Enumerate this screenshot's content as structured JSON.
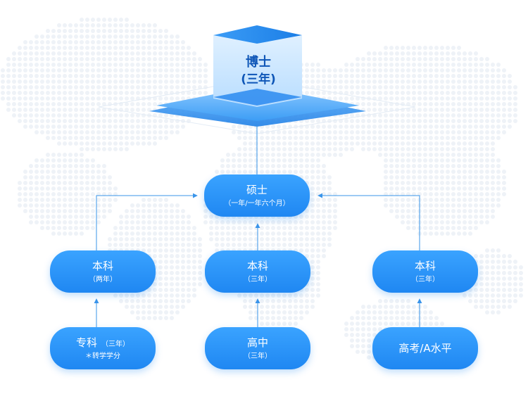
{
  "colors": {
    "node": "#1f87f2",
    "node_light": "#3aa3ff",
    "connector": "#3a95ea",
    "cube_text": "#0e56b7",
    "map_dots": "#eef2f7"
  },
  "top": {
    "title": "博士",
    "sub": "(三年)"
  },
  "master": {
    "title": "硕士",
    "sub": "（一年/一年六个月）"
  },
  "bachelor_left": {
    "title": "本科",
    "sub": "（两年）"
  },
  "bachelor_mid": {
    "title": "本科",
    "sub": "（三年）"
  },
  "bachelor_right": {
    "title": "本科",
    "sub": "（三年）"
  },
  "associate": {
    "title": "专科",
    "sub": "（三年）",
    "note": "＊转学学分"
  },
  "highschool": {
    "title": "高中",
    "sub": "（三年）"
  },
  "alevel": {
    "title": "高考/A水平"
  }
}
